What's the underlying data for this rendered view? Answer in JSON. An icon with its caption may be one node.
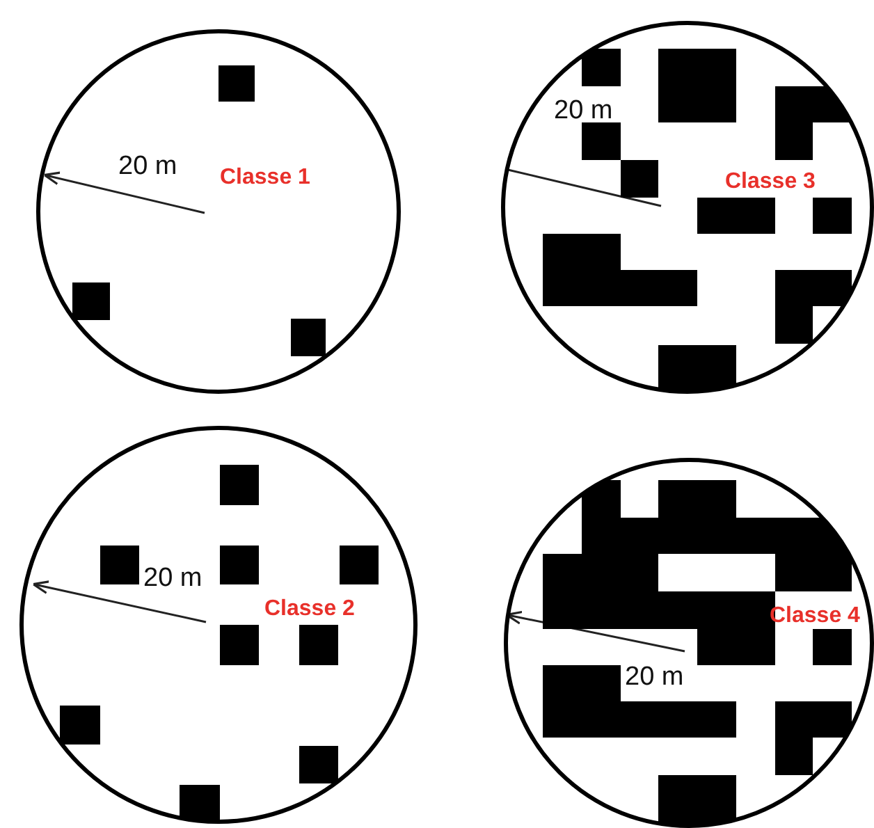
{
  "diagram": {
    "nodes": [
      {
        "text": [
          "Classe 1"
        ]
      },
      {
        "text": [
          "Classe 3"
        ]
      },
      {
        "text": [
          "Classe 2"
        ]
      },
      {
        "text": [
          "Classe 4"
        ]
      }
    ],
    "labels": [
      "20 m",
      "20 m",
      "20 m",
      "20 m"
    ]
  }
}
